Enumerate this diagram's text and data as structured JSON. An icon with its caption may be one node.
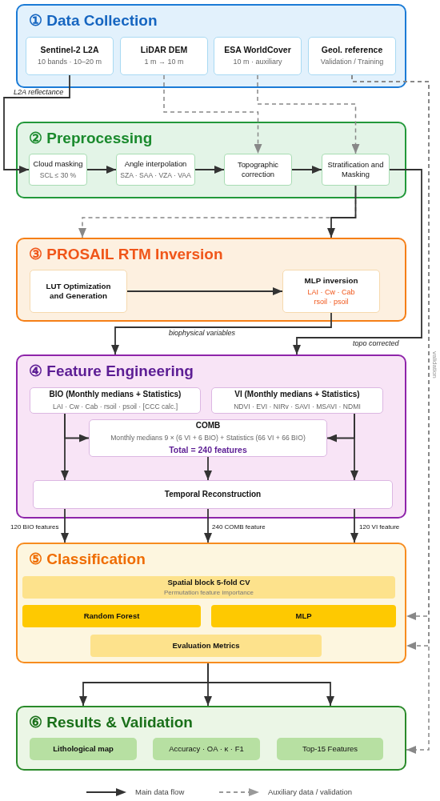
{
  "diagram": {
    "nodes": [
      {
        "text": [
          "① Data Collection"
        ]
      },
      {
        "text": [
          "Sentinel-2 L2A",
          "10 bands · 10–20 m"
        ],
        "in": 0
      },
      {
        "text": [
          "LiDAR DEM",
          "1 m → 10 m"
        ],
        "in": 0
      },
      {
        "text": [
          "ESA WorldCover",
          "10 m · auxiliary"
        ],
        "in": 0
      },
      {
        "text": [
          "Geol. reference",
          "Validation / Training"
        ],
        "in": 0
      },
      {
        "text": [
          "② Preprocessing"
        ]
      },
      {
        "text": [
          "Cloud masking",
          "SCL ≤ 30 %"
        ],
        "in": 5
      },
      {
        "text": [
          "Angle interpolation",
          "SZA · SAA · VZA · VAA"
        ],
        "in": 5
      },
      {
        "text": [
          "Topographic correction"
        ],
        "in": 5
      },
      {
        "text": [
          "Stratification and Masking"
        ],
        "in": 5
      },
      {
        "text": [
          "③ PROSAIL RTM Inversion"
        ]
      },
      {
        "text": [
          "LUT Optimization and Generation"
        ],
        "in": 10
      },
      {
        "text": [
          "MLP inversion",
          "LAI · Cw · Cab rsoil · psoil"
        ],
        "in": 10
      },
      {
        "text": [
          "④ Feature Engineering"
        ]
      },
      {
        "text": [
          "BIO (Monthly medians + Statistics)",
          "LAI · Cw · Cab · rsoil · psoil · [CCC calc.]"
        ],
        "in": 13
      },
      {
        "text": [
          "VI (Monthly medians + Statistics)",
          "NDVI · EVI · NIRv · SAVI · MSAVI · NDMI"
        ],
        "in": 13
      },
      {
        "text": [
          "COMB",
          "Monthly medians 9 × (6 VI + 6 BIO) + Statistics (66 VI + 66 BIO)",
          "Total = 240 features"
        ],
        "in": 13
      },
      {
        "text": [
          "Temporal Reconstruction"
        ],
        "in": 13
      },
      {
        "text": [
          "⑤ Classification"
        ]
      },
      {
        "text": [
          "Spatial block 5-fold CV",
          "Permutation feature importance"
        ],
        "in": 18
      },
      {
        "text": [
          "Random Forest"
        ],
        "in": 18
      },
      {
        "text": [
          "MLP"
        ],
        "in": 18
      },
      {
        "text": [
          "Evaluation Metrics"
        ],
        "in": 18
      },
      {
        "text": [
          "⑥ Results & Validation"
        ]
      },
      {
        "text": [
          "Lithological map"
        ],
        "in": 23
      },
      {
        "text": [
          "Accuracy · OA · κ · F1"
        ],
        "in": 23
      },
      {
        "text": [
          "Top-15 Features"
        ],
        "in": 23
      }
    ],
    "edges": [
      {
        "from": 1,
        "to": 6,
        "arrow": "to",
        "label": "L2A reflectance"
      },
      {
        "from": 2,
        "to": 8,
        "arrow": "to",
        "style": "dashed",
        "color": "#888888"
      },
      {
        "from": 3,
        "to": 9,
        "arrow": "to",
        "style": "dashed",
        "color": "#888888"
      },
      {
        "from": 6,
        "to": 7,
        "arrow": "to"
      },
      {
        "from": 7,
        "to": 8,
        "arrow": "to"
      },
      {
        "from": 8,
        "to": 9,
        "arrow": "to"
      },
      {
        "from": 9,
        "to": 10,
        "arrow": "to"
      },
      {
        "from": 9,
        "to": 10,
        "arrow": "to",
        "style": "dashed",
        "color": "#888888"
      },
      {
        "from": 9,
        "to": 13,
        "arrow": "to",
        "label": "topo corrected"
      },
      {
        "from": 11,
        "to": 12,
        "arrow": "to"
      },
      {
        "from": 12,
        "to": 13,
        "arrow": "to",
        "label": "biophysical variables"
      },
      {
        "from": 14,
        "to": 17,
        "arrow": "to"
      },
      {
        "from": 14,
        "to": 16,
        "arrow": "to"
      },
      {
        "from": 15,
        "to": 17,
        "arrow": "to"
      },
      {
        "from": 15,
        "to": 16,
        "arrow": "to"
      },
      {
        "from": 16,
        "to": 17,
        "arrow": "to"
      },
      {
        "from": 17,
        "to": 18,
        "arrow": "to",
        "label": "120 BIO features"
      },
      {
        "from": 17,
        "to": 18,
        "arrow": "to",
        "label": "240 COMB feature"
      },
      {
        "from": 17,
        "to": 18,
        "arrow": "to",
        "label": "120 VI feature"
      },
      {
        "from": 4,
        "to": 18,
        "arrow": "to",
        "style": "dashed",
        "color": "#888888",
        "label": "validation"
      },
      {
        "from": 4,
        "to": 18,
        "arrow": "to",
        "style": "dashed",
        "color": "#888888"
      },
      {
        "from": 4,
        "to": 23,
        "arrow": "to",
        "style": "dashed",
        "color": "#888888"
      },
      {
        "from": 18,
        "to": 23,
        "arrow": "to"
      },
      {
        "from": 18,
        "to": 23,
        "arrow": "to"
      },
      {
        "from": 18,
        "to": 23,
        "arrow": "to"
      }
    ],
    "legend": [
      {
        "text": "Main data flow"
      },
      {
        "text": "Auxiliary data / validation"
      }
    ]
  }
}
